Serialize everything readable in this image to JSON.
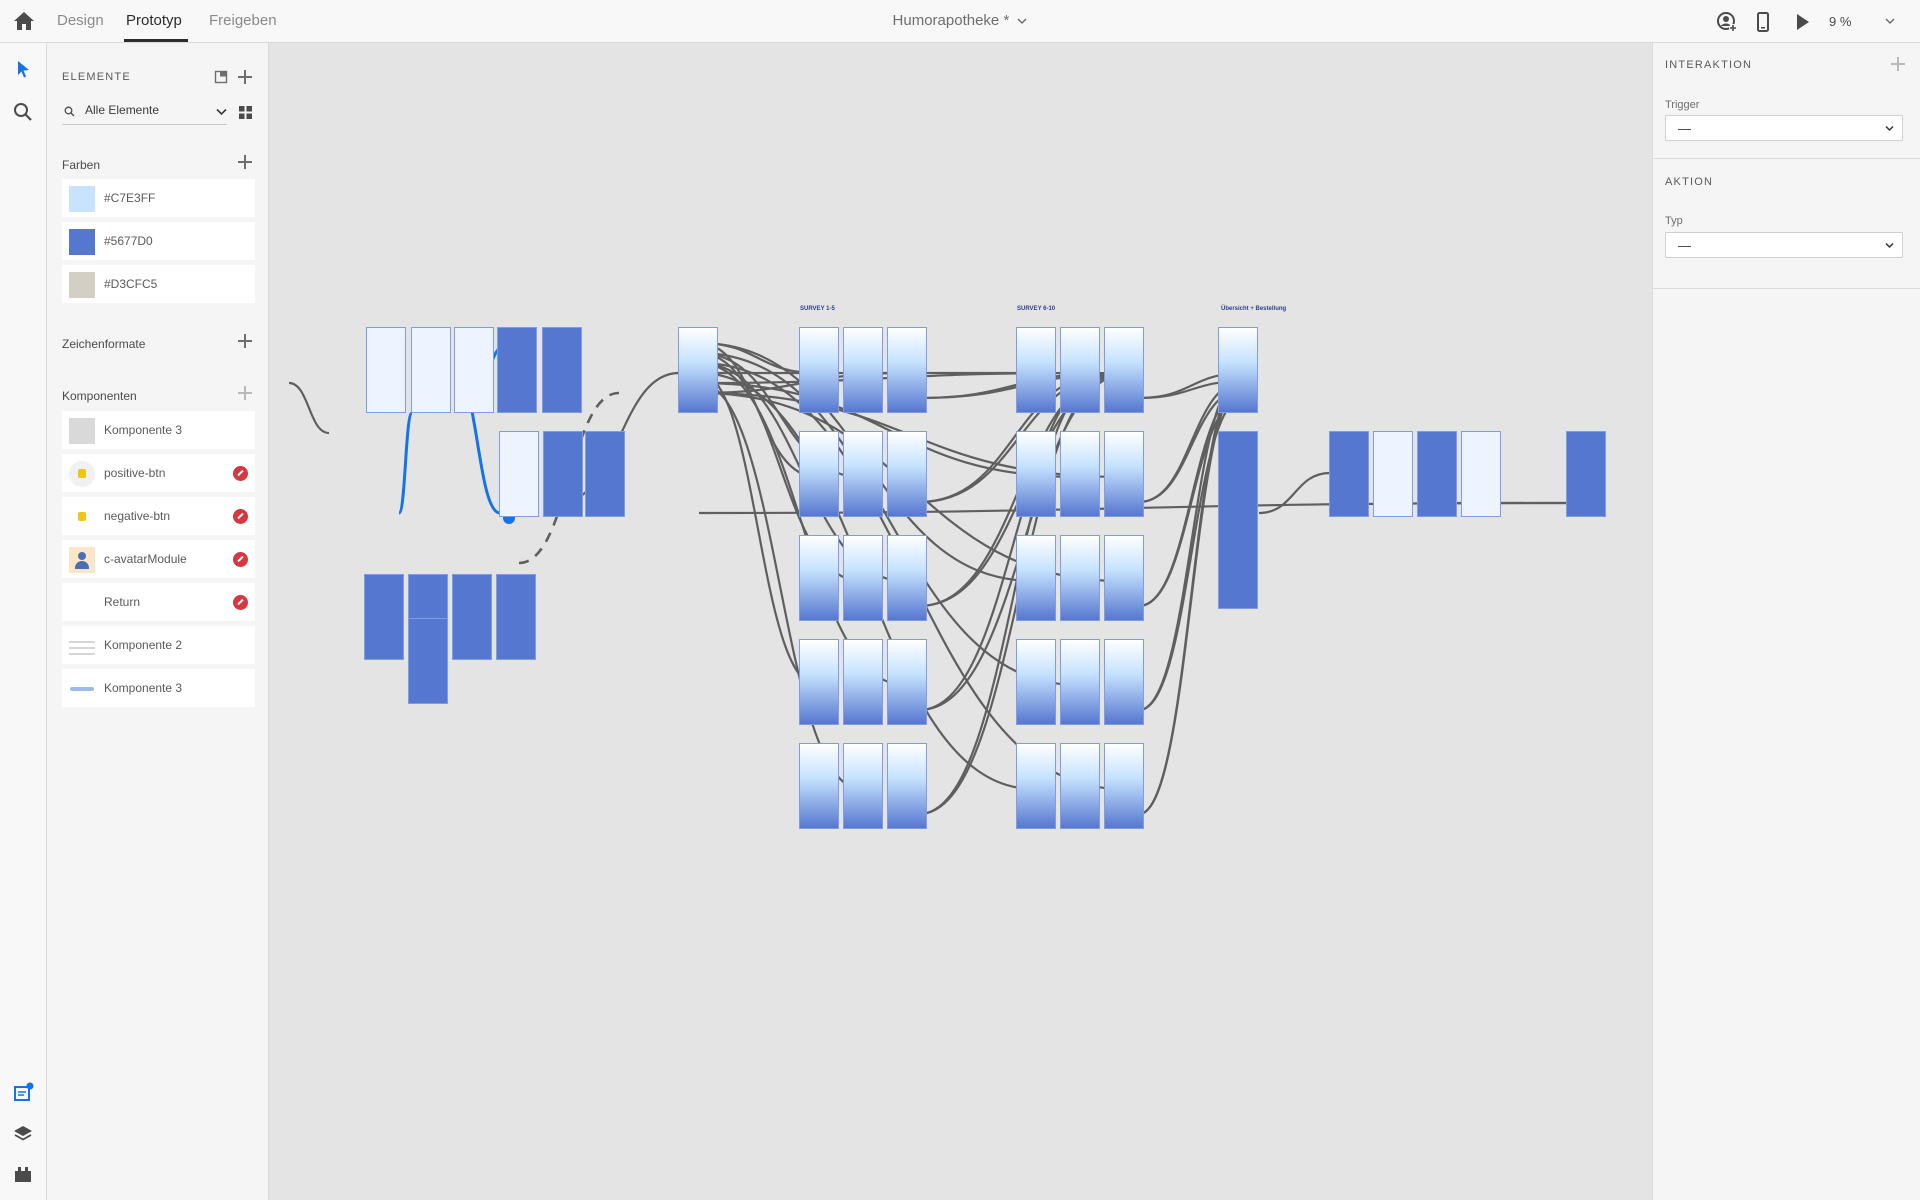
{
  "topbar": {
    "tabs": [
      {
        "label": "Design"
      },
      {
        "label": "Prototyp"
      },
      {
        "label": "Freigeben"
      }
    ],
    "document_title": "Humorapotheke *",
    "zoom": "9 %"
  },
  "assets": {
    "heading": "ELEMENTE",
    "filter": "Alle Elemente",
    "colors_label": "Farben",
    "colors": [
      {
        "hex": "#C7E3FF"
      },
      {
        "hex": "#5677D0"
      },
      {
        "hex": "#D3CFC5"
      }
    ],
    "char_styles_label": "Zeichenformate",
    "components_label": "Komponenten",
    "components": [
      {
        "name": "Komponente 3",
        "icon": "gray-box"
      },
      {
        "name": "positive-btn",
        "icon": "thumbs-up"
      },
      {
        "name": "negative-btn",
        "icon": "thumbs-down"
      },
      {
        "name": "c-avatarModule",
        "icon": "avatar"
      },
      {
        "name": "Return",
        "icon": "none"
      },
      {
        "name": "Komponente 2",
        "icon": "lines"
      },
      {
        "name": "Komponente 3",
        "icon": "bar"
      }
    ]
  },
  "canvas": {
    "group_titles": [
      "SURVEY 1-5",
      "SURVEY 6-10",
      "Übersicht + Bestellung"
    ]
  },
  "inspector": {
    "interaction_heading": "INTERAKTION",
    "trigger_label": "Trigger",
    "trigger_value": "—",
    "action_heading": "AKTION",
    "type_label": "Typ",
    "type_value": "—"
  },
  "colors": {
    "accent": "#1473e6",
    "wire": "#5f5f5f",
    "artboard": "#5677D0",
    "canvas": "#E4E4E4"
  }
}
